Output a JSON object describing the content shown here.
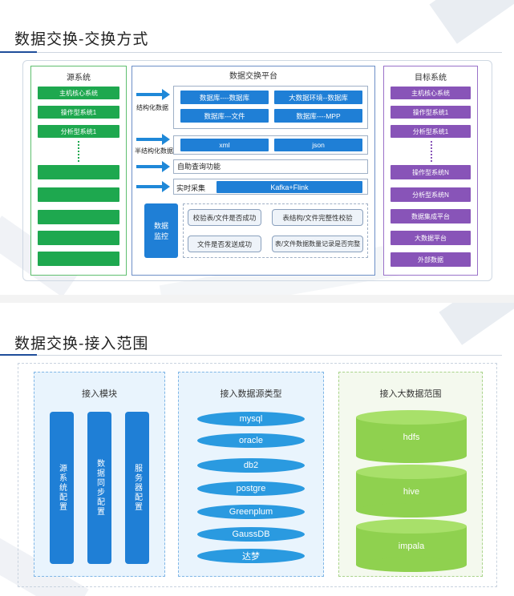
{
  "slide1": {
    "title": "数据交换-交换方式",
    "source": {
      "label": "源系统",
      "items": [
        "主机核心系统",
        "操作型系统1",
        "分析型系统1"
      ],
      "hidden_items": [
        "",
        "",
        "",
        "",
        ""
      ]
    },
    "platform": {
      "label": "数据交换平台",
      "structured_label": "结构化数据",
      "structured_items": [
        "数据库----数据库",
        "大数据环境--数据库",
        "数据库---文件",
        "数据库----MPP"
      ],
      "semi_label": "半结构化数据",
      "semi_items": [
        "xml",
        "json"
      ],
      "query_label": "自助查询功能",
      "realtime_label": "实时采集",
      "realtime_item": "Kafka+Flink",
      "monitor_label": "数据\n监控",
      "checks": [
        "校验表/文件是否成功",
        "表结构/文件完整性校验",
        "文件是否发送成功",
        "表/文件数据数量记录是否完整"
      ]
    },
    "target": {
      "label": "目标系统",
      "items": [
        "主机核心系统",
        "操作型系统1",
        "分析型系统1",
        "操作型系统N",
        "分析型系统N",
        "数据集成平台",
        "大数据平台",
        "外部数据"
      ]
    }
  },
  "slide2": {
    "title": "数据交换-接入范围",
    "modules": {
      "label": "接入模块",
      "bars": [
        "源系统配置",
        "数据同步配置",
        "服务器配置"
      ]
    },
    "sources": {
      "label": "接入数据源类型",
      "items": [
        "mysql",
        "oracle",
        "db2",
        "postgre",
        "Greenplum",
        "GaussDB",
        "达梦"
      ]
    },
    "bigdata": {
      "label": "接入大数据范围",
      "items": [
        "hdfs",
        "hive",
        "impala"
      ]
    }
  }
}
